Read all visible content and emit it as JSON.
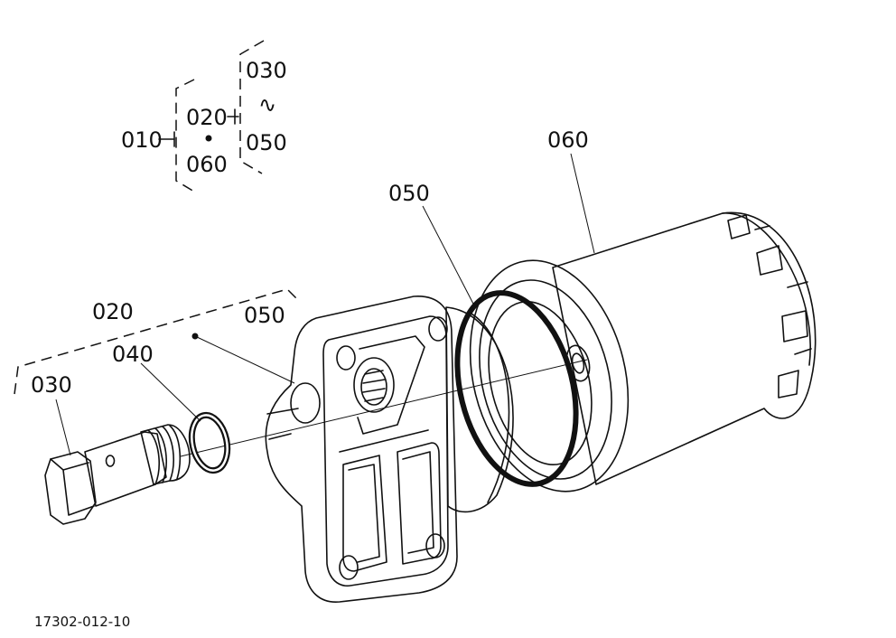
{
  "drawing_number": "17302-012-10",
  "legend": {
    "assembly": "010",
    "group_top": "020",
    "group_bottom": "060",
    "sub_top": "030",
    "sub_range": "∿",
    "sub_bottom": "050"
  },
  "callouts": {
    "filter_cartridge": "060",
    "gasket_ring": "050",
    "bracket_group": "020",
    "bracket_gasket": "050",
    "o_ring": "040",
    "banjo_bolt": "030"
  }
}
